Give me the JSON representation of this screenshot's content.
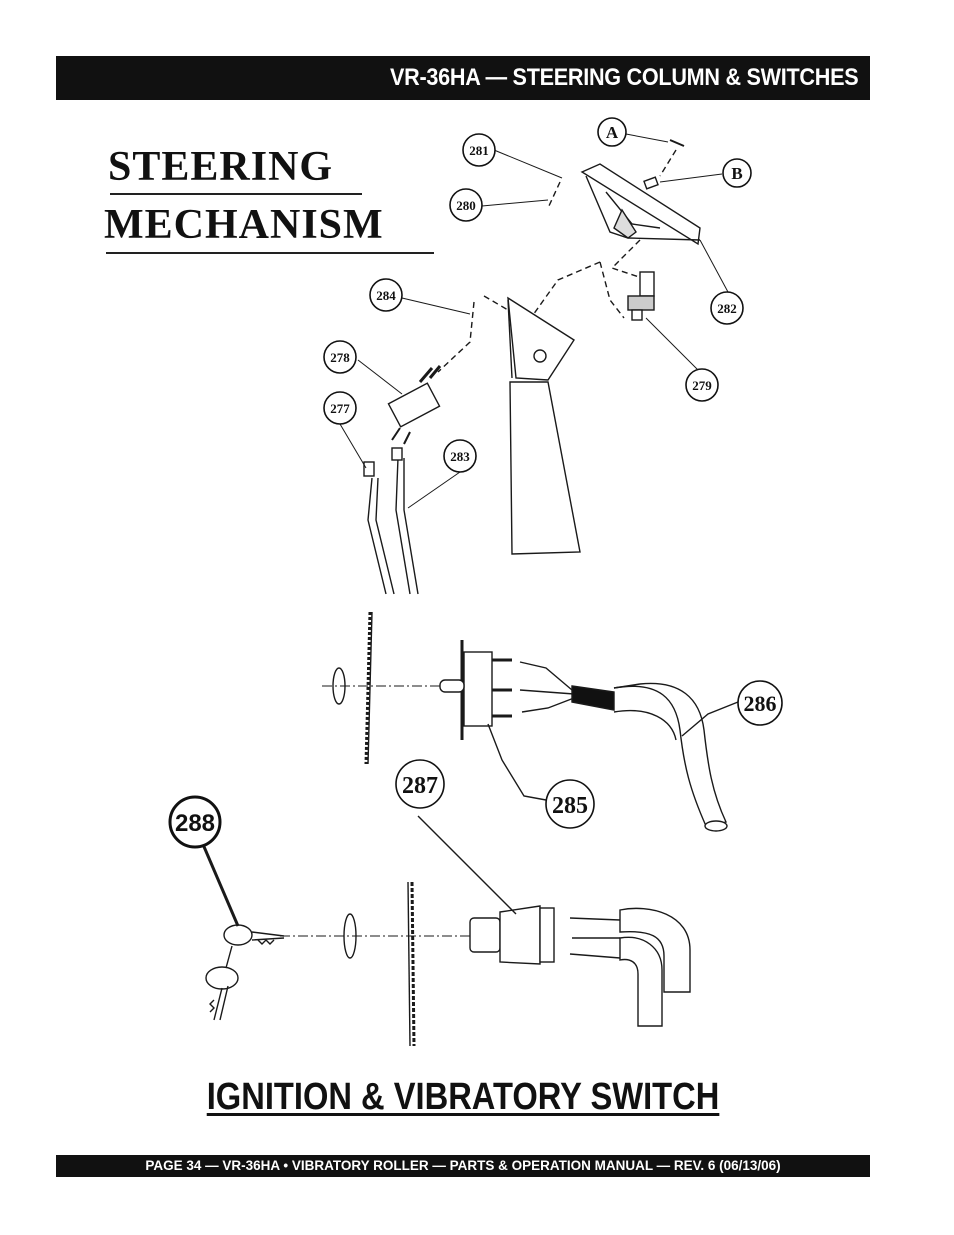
{
  "header": {
    "title": "VR-36HA — STEERING COLUMN & SWITCHES"
  },
  "sections": {
    "steering_title_line1": "STEERING",
    "steering_title_line2": "MECHANISM",
    "ignition_title": "IGNITION & VIBRATORY SWITCH"
  },
  "callouts": {
    "A": "A",
    "B": "B",
    "c281": "281",
    "c280": "280",
    "c282": "282",
    "c284": "284",
    "c279": "279",
    "c278": "278",
    "c277": "277",
    "c283": "283",
    "c286": "286",
    "c287": "287",
    "c285": "285",
    "c288": "288"
  },
  "footer": {
    "text": "PAGE 34 — VR-36HA • VIBRATORY ROLLER — PARTS & OPERATION MANUAL — REV. 6 (06/13/06)"
  }
}
